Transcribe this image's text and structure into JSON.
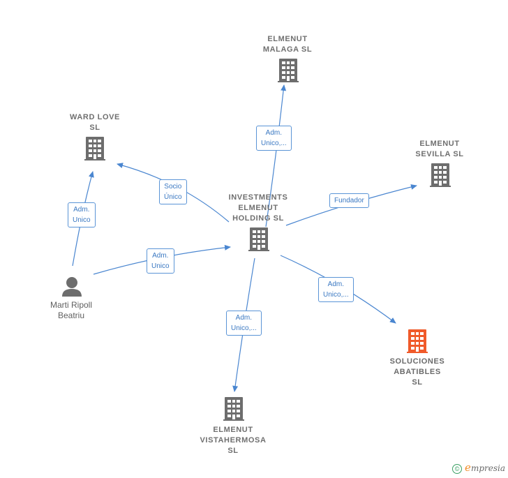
{
  "colors": {
    "edge": "#4a86d0",
    "company": "#6d6d6d",
    "highlight": "#f05a2a",
    "person": "#6d6d6d"
  },
  "nodes": {
    "holding": {
      "lines": [
        "INVESTMENTS",
        "ELMENUT",
        "HOLDING  SL"
      ],
      "icon": "building-icon"
    },
    "malaga": {
      "lines": [
        "ELMENUT",
        "MALAGA  SL"
      ],
      "icon": "building-icon"
    },
    "ward": {
      "lines": [
        "WARD LOVE",
        "SL"
      ],
      "icon": "building-icon"
    },
    "sevilla": {
      "lines": [
        "ELMENUT",
        "SEVILLA  SL"
      ],
      "icon": "building-icon"
    },
    "soluciones": {
      "lines": [
        "SOLUCIONES",
        "ABATIBLES",
        "SL"
      ],
      "icon": "building-icon"
    },
    "vistahermosa": {
      "lines": [
        "ELMENUT",
        "VISTAHERMOSA",
        "SL"
      ],
      "icon": "building-icon"
    },
    "person": {
      "lines": [
        "Marti Ripoll",
        "Beatriu"
      ],
      "icon": "person-icon"
    }
  },
  "edges": {
    "malaga": {
      "lines": [
        "Adm.",
        "Unico,..."
      ]
    },
    "ward": {
      "lines": [
        "Socio",
        "Único"
      ]
    },
    "sevilla": {
      "lines": [
        "Fundador"
      ]
    },
    "soluciones": {
      "lines": [
        "Adm.",
        "Unico,..."
      ]
    },
    "vistahermosa": {
      "lines": [
        "Adm.",
        "Unico,..."
      ]
    },
    "person_ward": {
      "lines": [
        "Adm.",
        "Unico"
      ]
    },
    "person_holding": {
      "lines": [
        "Adm.",
        "Unico"
      ]
    }
  },
  "footer": {
    "copyright_symbol": "©",
    "brand_initial": "e",
    "brand_rest": "mpresia"
  }
}
